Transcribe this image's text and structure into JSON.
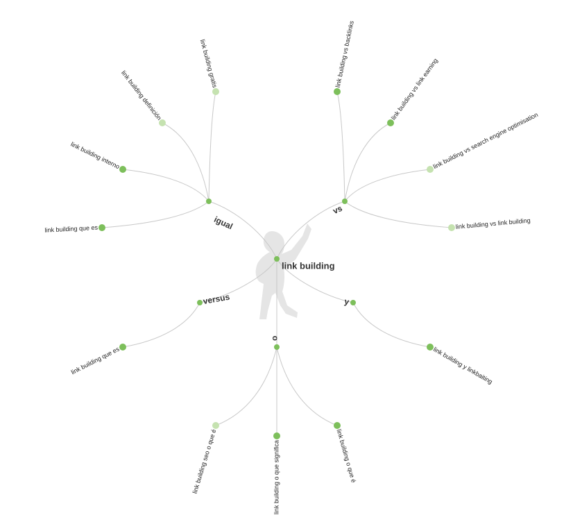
{
  "center": {
    "label": "link building"
  },
  "colors": {
    "dot_dark": "#7dbf5b",
    "dot_light": "#c5e2b0",
    "link": "#c8c8c8"
  },
  "branches": [
    {
      "key": "igual",
      "label": "igual",
      "leaves": [
        {
          "label": "link building gratis",
          "light": true
        },
        {
          "label": "link building definición",
          "light": true
        },
        {
          "label": "link building interno",
          "light": false
        },
        {
          "label": "link building que es",
          "light": false
        }
      ]
    },
    {
      "key": "vs",
      "label": "vs",
      "leaves": [
        {
          "label": "link building vs backlinks",
          "light": false
        },
        {
          "label": "link building vs link earning",
          "light": false
        },
        {
          "label": "link building vs search engine optimisation",
          "light": true
        },
        {
          "label": "link building vs link building",
          "light": true
        }
      ]
    },
    {
      "key": "versus",
      "label": "versus",
      "leaves": [
        {
          "label": "link building que es",
          "light": false
        }
      ]
    },
    {
      "key": "y",
      "label": "y",
      "leaves": [
        {
          "label": "link building y linkbaiting",
          "light": false
        }
      ]
    },
    {
      "key": "o",
      "label": "o",
      "leaves": [
        {
          "label": "link building seo o que é",
          "light": true
        },
        {
          "label": "link building o que significa",
          "light": false
        },
        {
          "label": "link building o que é",
          "light": false
        }
      ]
    }
  ]
}
